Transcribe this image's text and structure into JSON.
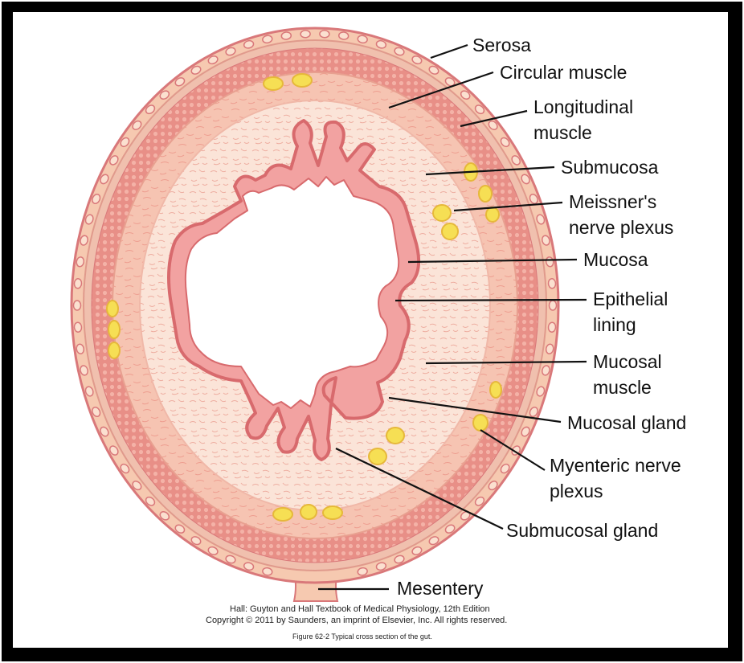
{
  "labels": {
    "serosa": "Serosa",
    "circular_muscle": "Circular muscle",
    "longitudinal_muscle_1": "Longitudinal",
    "longitudinal_muscle_2": "muscle",
    "submucosa": "Submucosa",
    "meissners_1": "Meissner's",
    "meissners_2": "nerve plexus",
    "mucosa": "Mucosa",
    "epithelial_1": "Epithelial",
    "epithelial_2": "lining",
    "mucosal_muscle_1": "Mucosal",
    "mucosal_muscle_2": "muscle",
    "mucosal_gland": "Mucosal gland",
    "myenteric_1": "Myenteric nerve",
    "myenteric_2": "plexus",
    "submucosal_gland": "Submucosal gland",
    "mesentery": "Mesentery"
  },
  "caption": {
    "line1": "Hall: Guyton and Hall Textbook of Medical Physiology, 12th Edition",
    "line2": "Copyright © 2011 by Saunders, an imprint of Elsevier, Inc. All rights reserved.",
    "line3": "Figure 62-2 Typical cross section of the gut."
  },
  "colors": {
    "serosa": "#f6c9b0",
    "longitudinal": "#e88f87",
    "circular": "#f4b7a2",
    "submucosa": "#fbe4d8",
    "mucosa": "#f2a2a1",
    "mucosa_outline": "#d86a6d",
    "nerve": "#f6df54",
    "lumen": "#ffffff"
  }
}
